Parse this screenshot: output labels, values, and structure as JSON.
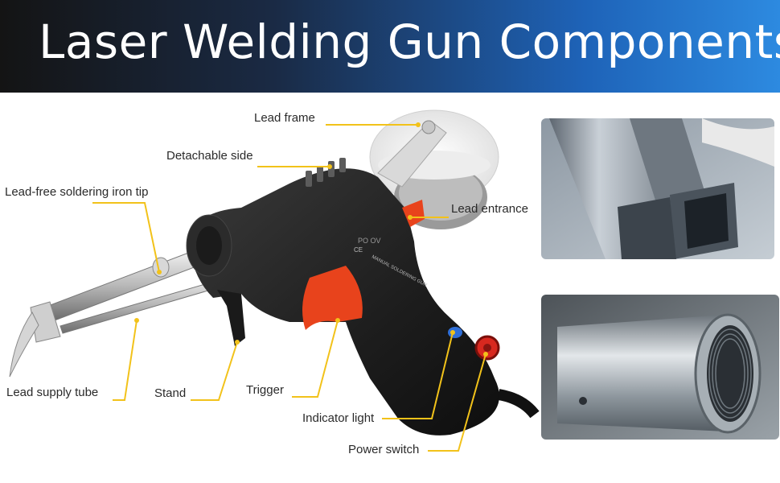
{
  "header": {
    "title": "Laser Welding Gun Components"
  },
  "gun": {
    "brand": "PO OV",
    "body_text_1": "CE",
    "body_text_2": "MANUAL SOLDERING GUN"
  },
  "callouts": [
    {
      "id": "lead-frame",
      "label": "Lead frame"
    },
    {
      "id": "detachable-side",
      "label": "Detachable side"
    },
    {
      "id": "lead-free-tip",
      "label": "Lead-free soldering iron tip"
    },
    {
      "id": "lead-entrance",
      "label": "Lead entrance"
    },
    {
      "id": "lead-supply-tube",
      "label": "Lead supply tube"
    },
    {
      "id": "stand",
      "label": "Stand"
    },
    {
      "id": "trigger",
      "label": "Trigger"
    },
    {
      "id": "indicator-light",
      "label": "Indicator light"
    },
    {
      "id": "power-switch",
      "label": "Power switch"
    }
  ],
  "colors": {
    "leader": "#f2c21a",
    "trigger": "#e8431c",
    "gun_body": "#1f1f1f"
  }
}
